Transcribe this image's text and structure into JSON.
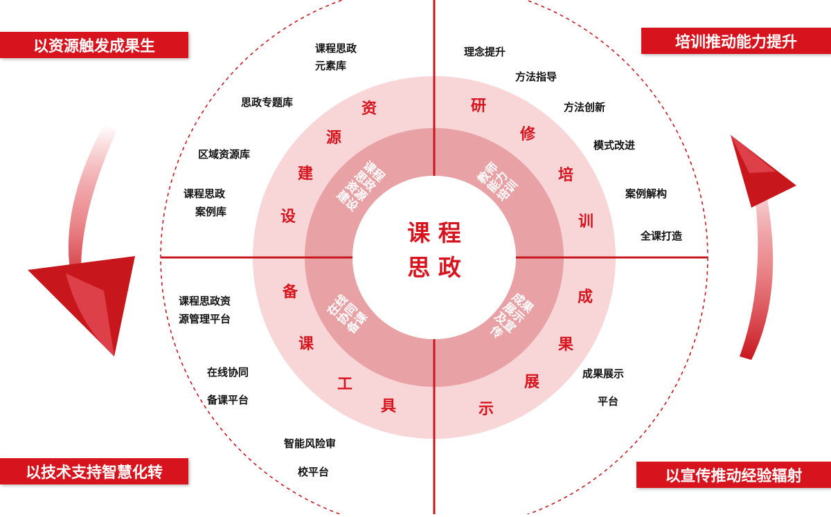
{
  "banners": {
    "top_left": "以资源触发成果生",
    "top_right": "培训推动能力提升",
    "bottom_left": "以技术支持智慧化转",
    "bottom_right": "以宣传推动经验辐射"
  },
  "center": {
    "line1": "课 程",
    "line2": "思 政"
  },
  "quadrants": {
    "top_left": {
      "ring_chars": [
        "资",
        "源",
        "建",
        "设"
      ],
      "inner_lines": [
        "课程",
        "思政",
        "资源",
        "建设"
      ],
      "items": [
        [
          "课程思政",
          "元素库"
        ],
        [
          "思政专题库"
        ],
        [
          "区域资源库"
        ],
        [
          "课程思政",
          "案例库"
        ]
      ]
    },
    "top_right": {
      "ring_chars": [
        "研",
        "修",
        "培",
        "训"
      ],
      "inner_lines": [
        "教师",
        "能力",
        "培训"
      ],
      "items": [
        [
          "理念提升"
        ],
        [
          "方法指导"
        ],
        [
          "方法创新"
        ],
        [
          "模式改进"
        ],
        [
          "案例解构"
        ],
        [
          "全课打造"
        ]
      ]
    },
    "bottom_left": {
      "ring_chars": [
        "备",
        "课",
        "工",
        "具"
      ],
      "inner_lines": [
        "在线",
        "协同",
        "备课"
      ],
      "items": [
        [
          "课程思政资",
          "源管理平台"
        ],
        [
          "在线协同",
          "备课平台"
        ],
        [
          "智能风险审",
          "校平台"
        ]
      ]
    },
    "bottom_right": {
      "ring_chars": [
        "成",
        "果",
        "展",
        "示"
      ],
      "inner_lines": [
        "成果",
        "展示",
        "及宣",
        "传"
      ],
      "items": [
        [
          "成果展示",
          "平台"
        ]
      ]
    }
  },
  "colors": {
    "accent": "#d7141e",
    "outer_ring": "#f8d5d6",
    "inner_ring": "#e8a2a5",
    "divider": "#c8161d"
  },
  "icons": [
    "curved-arrow-down-icon",
    "curved-arrow-up-icon"
  ]
}
